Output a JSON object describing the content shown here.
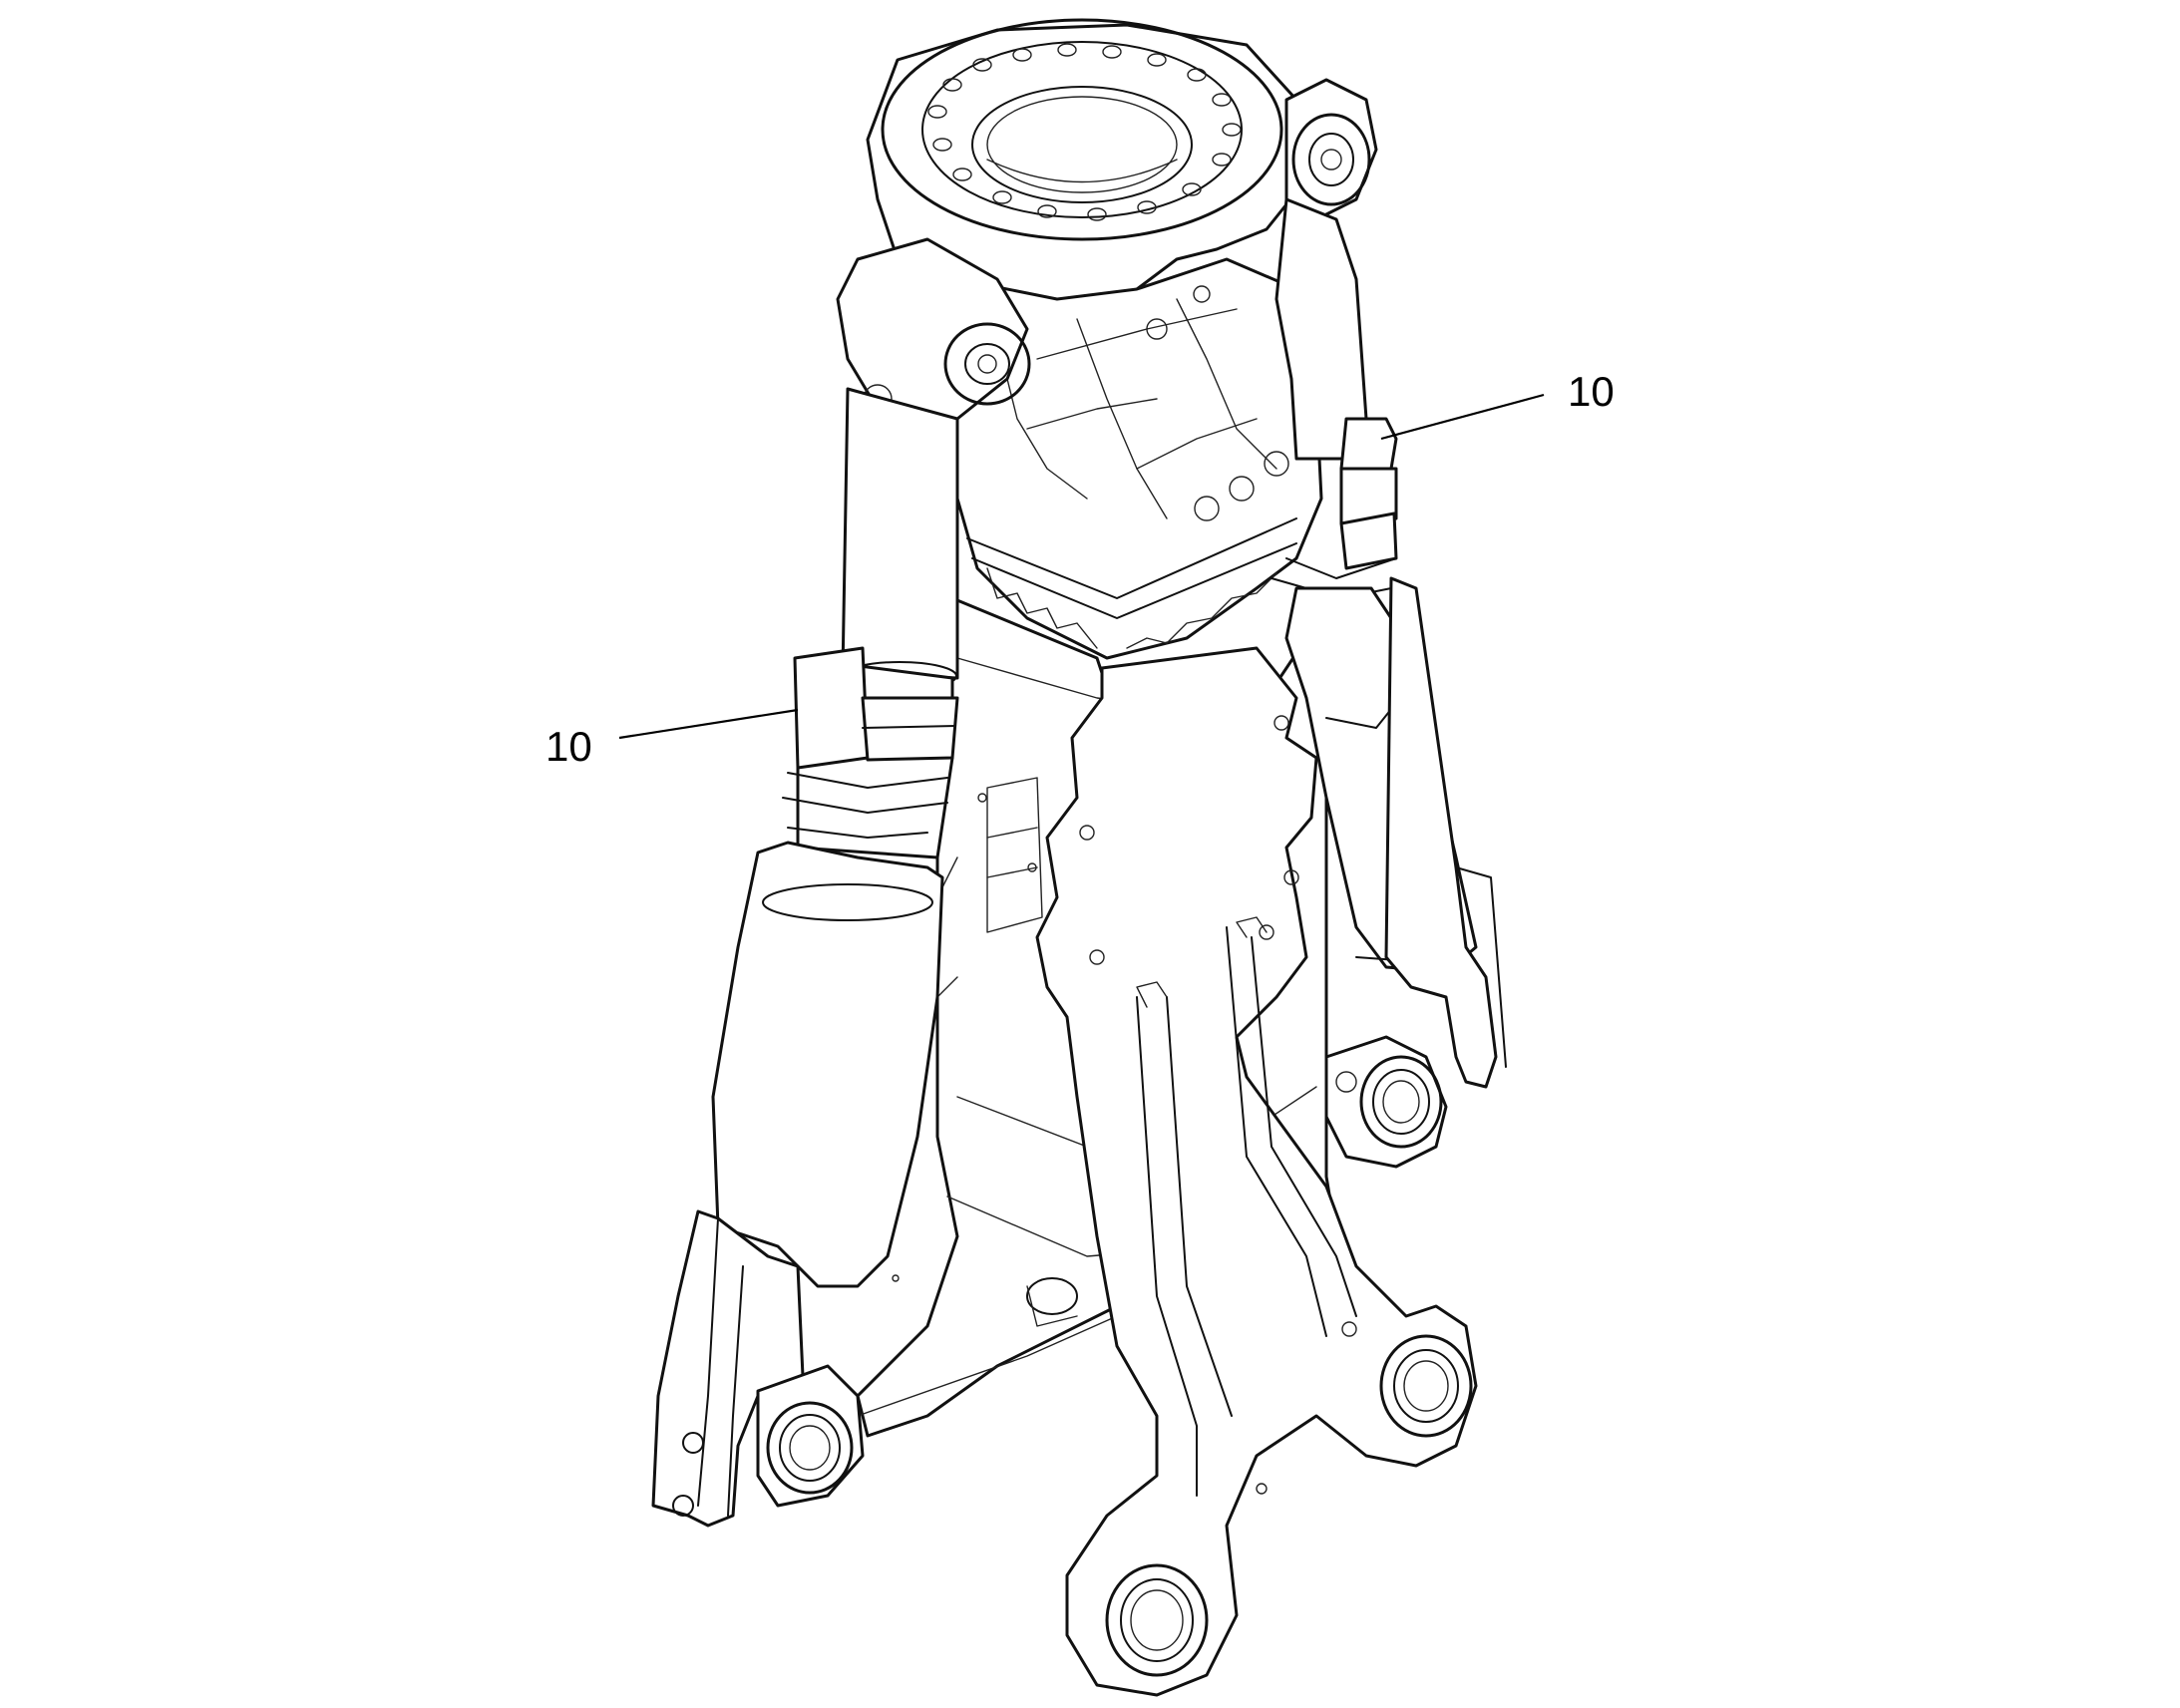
{
  "diagram": {
    "callouts": [
      {
        "id": "upper-right",
        "label": "10"
      },
      {
        "id": "left",
        "label": "10"
      }
    ],
    "colors": {
      "line": "#111111",
      "background": "#ffffff"
    }
  }
}
